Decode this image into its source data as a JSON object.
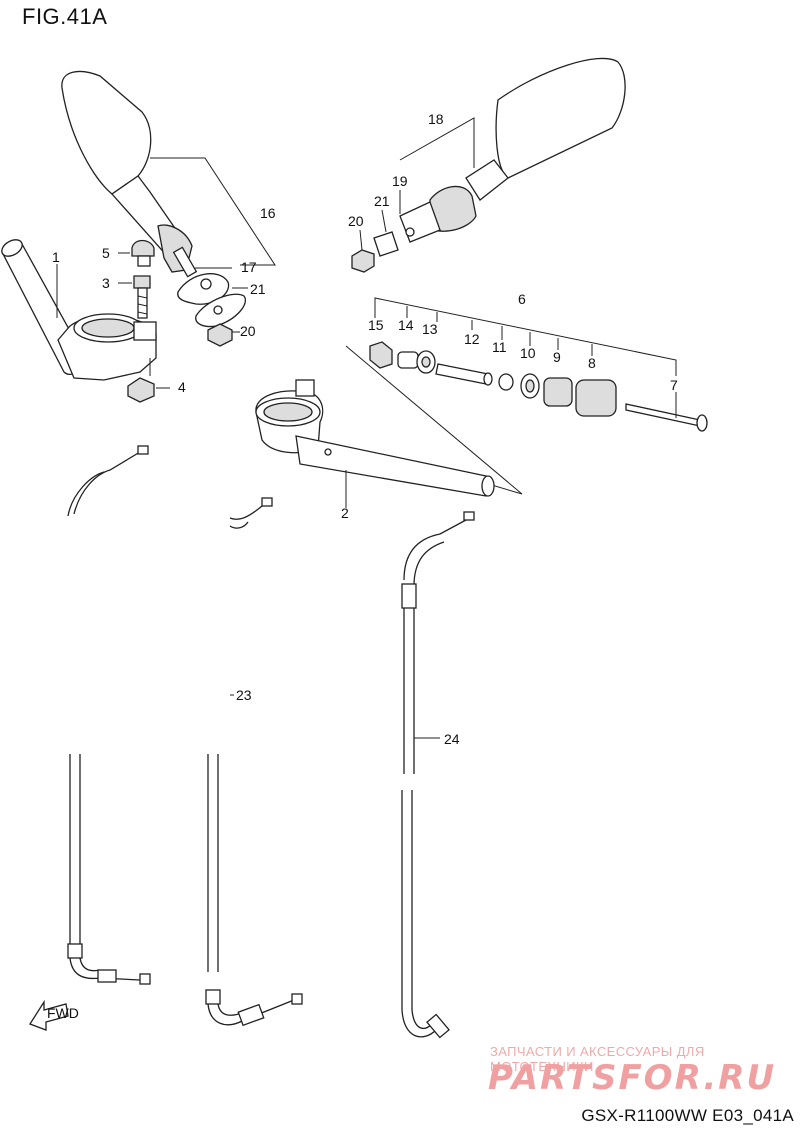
{
  "figure": {
    "title": "FIG.41A",
    "footer_code": "GSX-R1100WW   E03_041A",
    "watermark_tagline": "ЗАПЧАСТИ И АКСЕССУАРЫ ДЛЯ МОТОТЕХНИКИ",
    "watermark_logo": "PARTSFOR.RU",
    "direction_marker": "FWD"
  },
  "callouts": {
    "p1": "1",
    "p2": "2",
    "p3": "3",
    "p4": "4",
    "p5": "5",
    "p6": "6",
    "p7": "7",
    "p8": "8",
    "p9": "9",
    "p10": "10",
    "p11": "11",
    "p12": "12",
    "p13": "13",
    "p14": "14",
    "p15": "15",
    "p16": "16",
    "p17": "17",
    "p18": "18",
    "p19": "19",
    "p20a": "20",
    "p20b": "20",
    "p21a": "21",
    "p21b": "21",
    "p23": "23",
    "p24": "24"
  },
  "colors": {
    "line": "#222222",
    "watermark": "#f0a0a0"
  }
}
